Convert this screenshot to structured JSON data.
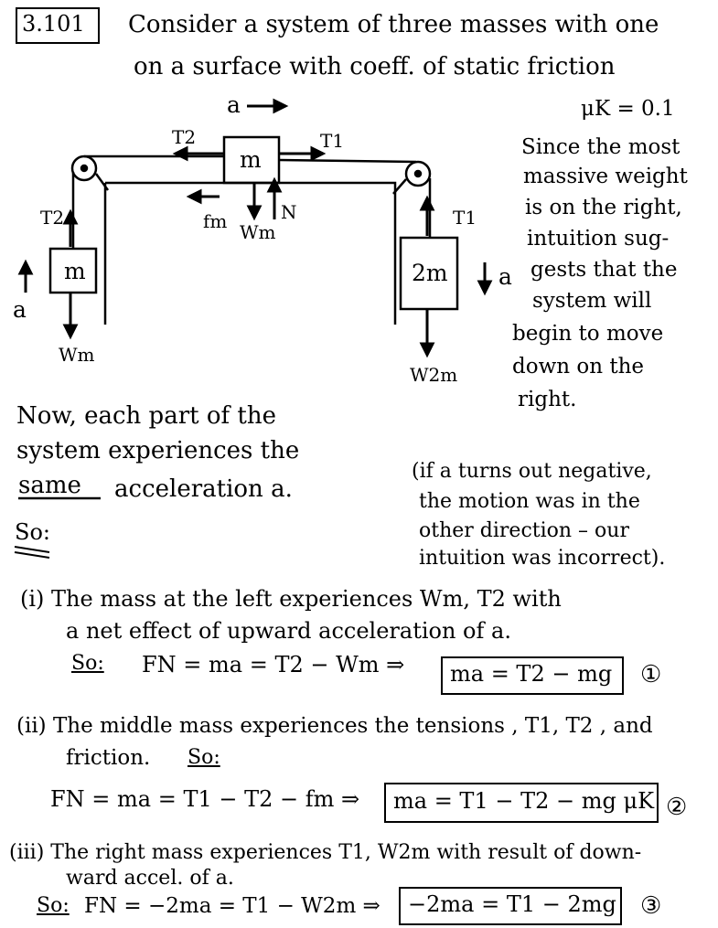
{
  "header": {
    "problem_number": "3.101",
    "line1": "Consider a system of three masses with one",
    "line2": "on a surface with coeff. of static friction"
  },
  "coefficient": "μK = 0.1",
  "diagram": {
    "accel_top": "a",
    "mass_middle": "m",
    "mass_left": "m",
    "mass_right": "2m",
    "label_T2_top": "T2",
    "label_T1_top": "T1",
    "label_T2_left": "T2",
    "label_T1_right": "T1",
    "label_fm": "fm",
    "label_Wm_mid": "Wm",
    "label_N": "N",
    "label_Wm_left": "Wm",
    "label_W2m": "W2m",
    "label_a_left": "a",
    "label_a_right": "a"
  },
  "intuition": [
    "Since the most",
    "massive weight",
    "is on the right,",
    "intuition sug-",
    "gests that the",
    "system will",
    "begin to move",
    "down on the",
    "right."
  ],
  "same_accel": {
    "line1": "Now, each part of the",
    "line2": "system experiences the",
    "same_word": "same",
    "line3_rest": "acceleration a."
  },
  "negative_note": [
    "(if a turns out negative,",
    "the motion was in the",
    "other direction – our",
    "intuition was incorrect)."
  ],
  "so_label": "So:",
  "part_i": {
    "line1": "(i) The mass at the left experiences Wm, T2 with",
    "line2": "a net effect of upward acceleration of a.",
    "so": "So:",
    "eq": "FN = ma = T2 − Wm  ⇒",
    "boxed": "ma = T2 − mg",
    "num": "①"
  },
  "part_ii": {
    "line1": "(ii) The middle mass experiences the tensions , T1, T2 , and",
    "line2": "friction.",
    "so": "So:",
    "eq": "FN = ma = T1 − T2 − fm   ⇒",
    "boxed": "ma = T1 − T2 − mg μK",
    "num": "②"
  },
  "part_iii": {
    "line1": "(iii) The right mass experiences T1, W2m with result of down-",
    "line2": "ward accel. of a.",
    "so": "So:",
    "eq": "FN = −2ma = T1 − W2m ⇒",
    "boxed": "−2ma = T1 − 2mg",
    "num": "③"
  }
}
